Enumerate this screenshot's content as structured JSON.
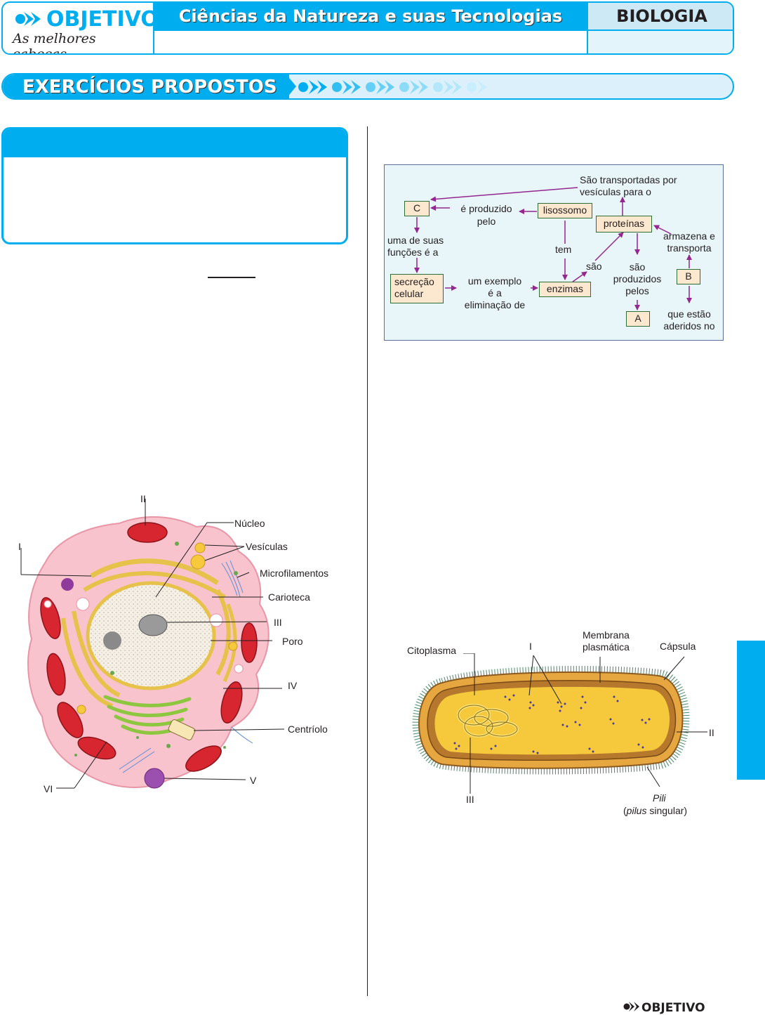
{
  "header": {
    "logo_word": "OBJETIVO",
    "logo_slogan": "As melhores cabeças",
    "title": "Ciências da Natureza e suas Tecnologias",
    "subject": "BIOLOGIA"
  },
  "banner": {
    "title": "EXERCÍCIOS PROPOSTOS"
  },
  "concept_map": {
    "transport_text": [
      "São transportadas por",
      "vesículas para o"
    ],
    "box_c": "C",
    "produced_by": [
      "é produzido",
      "pelo"
    ],
    "box_lisossomo": "lisossomo",
    "box_proteinas": "proteínas",
    "functions_text": [
      "uma de suas",
      "funções é a"
    ],
    "tem": "tem",
    "armazena": [
      "armazena e",
      "transporta"
    ],
    "sao": "são",
    "produced_pelos": [
      "são",
      "produzidos",
      "pelos"
    ],
    "box_secrecao": [
      "secreção",
      "celular"
    ],
    "example_text": [
      "um exemplo",
      "é a",
      "eliminação de"
    ],
    "box_enzimas": "enzimas",
    "box_b": "B",
    "box_a": "A",
    "aderidos": [
      "que estão",
      "aderidos no"
    ]
  },
  "animal_cell": {
    "labels": {
      "ii": "II",
      "nucleo": "Núcleo",
      "i": "I",
      "vesiculas": "Vesículas",
      "microfilamentos": "Microfilamentos",
      "carioteca": "Carioteca",
      "iii": "III",
      "poro": "Poro",
      "iv": "IV",
      "centriolo": "Centríolo",
      "vi": "VI",
      "v": "V"
    }
  },
  "bacterium": {
    "labels": {
      "citoplasma": "Citoplasma",
      "i": "I",
      "membrana": [
        "Membrana",
        "plasmática"
      ],
      "capsula": "Cápsula",
      "ii": "II",
      "iii": "III",
      "pili": "Pili",
      "pilus_open": "(",
      "pilus": "pilus",
      "pilus_rest": " singular)"
    }
  },
  "footer": {
    "brand": "OBJETIVO"
  },
  "colors": {
    "accent": "#00aeef",
    "cell_pink": "#f7b8c4",
    "mito_red": "#d7262f",
    "bacteria_yellow": "#f6c93c"
  }
}
